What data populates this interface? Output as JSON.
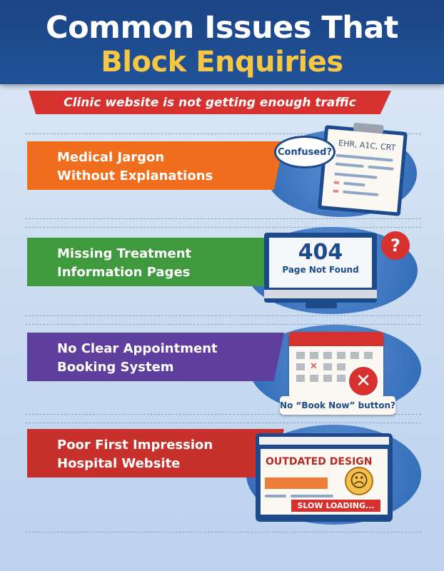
{
  "header": {
    "title_line1": "Common Issues That",
    "title_line2": "Block Enquiries"
  },
  "subtitle": "Clinic website is not getting enough traffic",
  "issues": [
    {
      "label_line1": "Medical Jargon",
      "label_line2": "Without Explanations",
      "color": "#ef6f1f",
      "bubble": "Confused?",
      "clipboard_text": "EHR, A1C, CRT"
    },
    {
      "label_line1": "Missing Treatment",
      "label_line2": "Information Pages",
      "color": "#3f9a3e",
      "error_code": "404",
      "error_text": "Page Not Found",
      "badge": "?"
    },
    {
      "label_line1": "No Clear Appointment",
      "label_line2": "Booking System",
      "color": "#5e3f9e",
      "caption": "No “Book Now” button?"
    },
    {
      "label_line1": "Poor First Impression",
      "label_line2": "Hospital Website",
      "color": "#c8302c",
      "heading": "OUTDATED DESIGN",
      "status": "SLOW LOADING..."
    }
  ]
}
